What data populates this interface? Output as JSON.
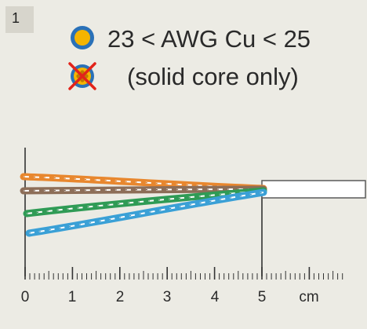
{
  "step_number": "1",
  "spec": {
    "awg_range": "23 < AWG Cu < 25",
    "restriction": "(solid core only)",
    "allowed_icon": "filled-circle-icon",
    "not_allowed_icon": "stranded-core-crossed-icon"
  },
  "ruler": {
    "labels": [
      "0",
      "1",
      "2",
      "3",
      "4",
      "5"
    ],
    "unit": "cm"
  },
  "wires": [
    {
      "color": "orange",
      "stripe": "#ffffff"
    },
    {
      "color": "brown",
      "stripe": "#ffffff"
    },
    {
      "color": "green",
      "stripe": "#ffffff"
    },
    {
      "color": "blue",
      "stripe": "#ffffff"
    }
  ],
  "colors": {
    "background": "#ecebe4",
    "badge": "#d7d5cc",
    "orange": "#e8872e",
    "brown": "#8d6e58",
    "green": "#2f9b55",
    "blue": "#3aa0d6",
    "icon_fill": "#f5b400",
    "icon_ring": "#2a71b8",
    "cross": "#e2231a"
  }
}
